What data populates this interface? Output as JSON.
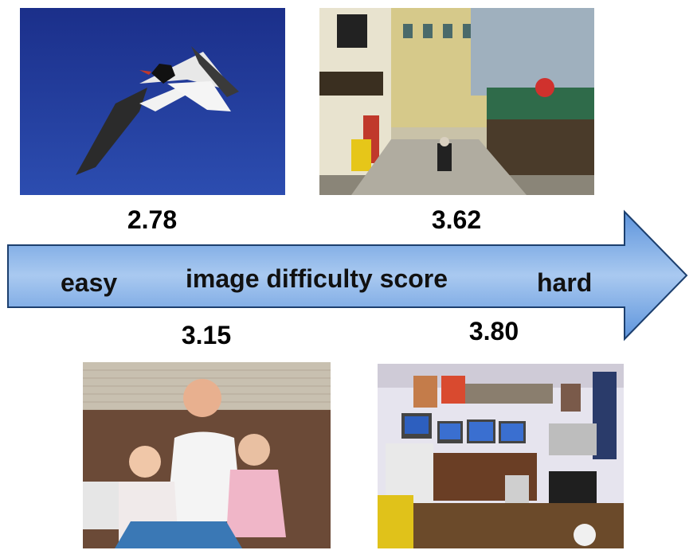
{
  "scale": {
    "left_label": "easy",
    "center_label": "image difficulty score",
    "right_label": "hard",
    "arrow_color": "#7fb0e4"
  },
  "examples": [
    {
      "scene": "gull",
      "score": "2.78"
    },
    {
      "scene": "street",
      "score": "3.62"
    },
    {
      "scene": "family",
      "score": "3.15"
    },
    {
      "scene": "room",
      "score": "3.80"
    }
  ]
}
